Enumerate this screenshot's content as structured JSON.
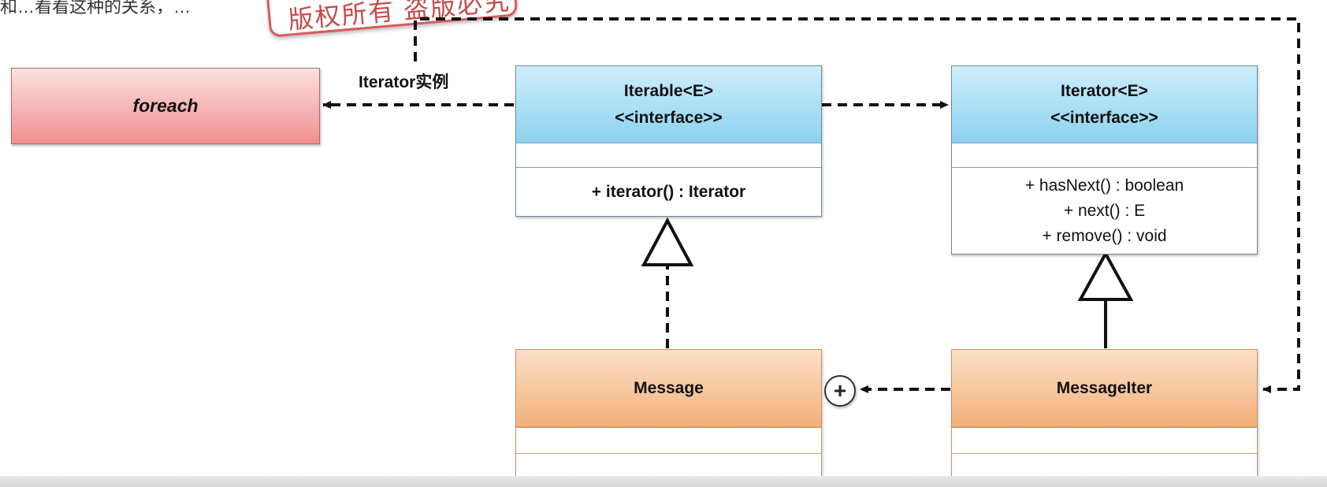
{
  "top_caption": "和…看看这种的关系，…",
  "stamp_text": "版权所有 盗版必究",
  "edge_label": "Iterator实例",
  "nodes": {
    "foreach": {
      "name": "foreach"
    },
    "iterable": {
      "name": "Iterable<E>",
      "stereotype": "<<interface>>",
      "operations": [
        "+ iterator() : Iterator"
      ]
    },
    "iterator": {
      "name": "Iterator<E>",
      "stereotype": "<<interface>>",
      "operations": [
        "+ hasNext() : boolean",
        "+ next() : E",
        "+ remove() : void"
      ]
    },
    "message": {
      "name": "Message"
    },
    "message_iter": {
      "name": "MessageIter"
    }
  },
  "nesting_symbol": "+",
  "colors": {
    "interface_fill": "#8bd2ef",
    "class_fill": "#f3b07a",
    "foreach_fill": "#f08f8f",
    "line": "#111111"
  }
}
